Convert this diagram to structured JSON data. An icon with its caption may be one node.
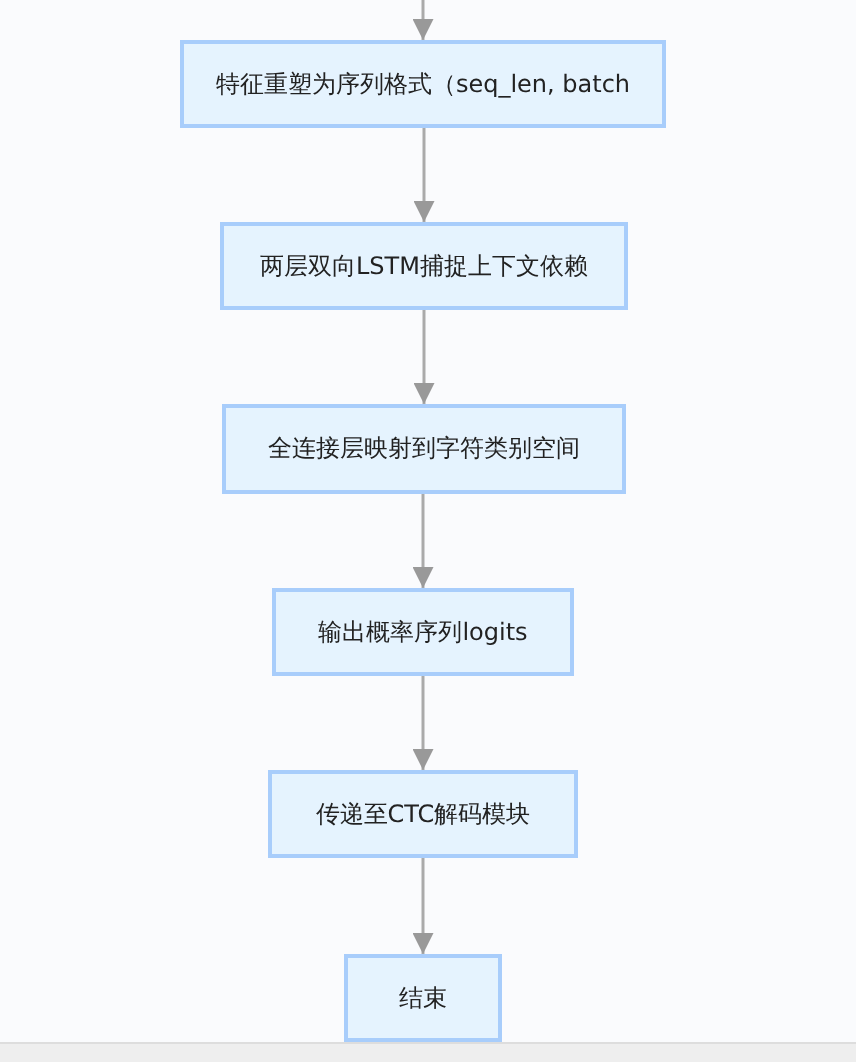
{
  "diagram": {
    "nodes": [
      {
        "text": [
          "特征重塑为序列格式（seq_len, batch"
        ]
      },
      {
        "text": [
          "两层双向LSTM捕捉上下文依赖"
        ]
      },
      {
        "text": [
          "全连接层映射到字符类别空间"
        ]
      },
      {
        "text": [
          "输出概率序列logits"
        ]
      },
      {
        "text": [
          "传递至CTC解码模块"
        ]
      },
      {
        "text": [
          "结束"
        ]
      }
    ],
    "edges": [
      {
        "from": null,
        "to": 0,
        "arrow": "to"
      },
      {
        "from": 0,
        "to": 1,
        "arrow": "to"
      },
      {
        "from": 1,
        "to": 2,
        "arrow": "to"
      },
      {
        "from": 2,
        "to": 3,
        "arrow": "to"
      },
      {
        "from": 3,
        "to": 4,
        "arrow": "to"
      },
      {
        "from": 4,
        "to": 5,
        "arrow": "to"
      }
    ]
  }
}
